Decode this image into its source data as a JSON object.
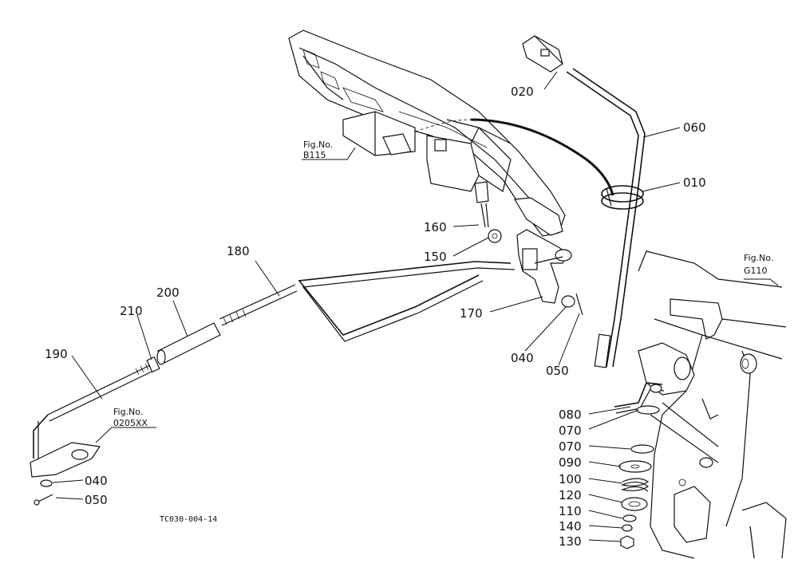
{
  "diagram": {
    "drawing_number": "TC030-004-14",
    "figure_refs": [
      {
        "id": "b115",
        "caption": "Fig.No.",
        "number": "B115"
      },
      {
        "id": "g110",
        "caption": "Fig.No.",
        "number": "G110"
      },
      {
        "id": "0205xx",
        "caption": "Fig.No.",
        "number": "0205XX"
      }
    ],
    "parts": [
      {
        "id": "p020",
        "label": "020"
      },
      {
        "id": "p060",
        "label": "060"
      },
      {
        "id": "p010",
        "label": "010"
      },
      {
        "id": "p160",
        "label": "160"
      },
      {
        "id": "p150",
        "label": "150"
      },
      {
        "id": "p180",
        "label": "180"
      },
      {
        "id": "p200",
        "label": "200"
      },
      {
        "id": "p210",
        "label": "210"
      },
      {
        "id": "p170",
        "label": "170"
      },
      {
        "id": "p040a",
        "label": "040"
      },
      {
        "id": "p050a",
        "label": "050"
      },
      {
        "id": "p190",
        "label": "190"
      },
      {
        "id": "p080",
        "label": "080"
      },
      {
        "id": "p070a",
        "label": "070"
      },
      {
        "id": "p070b",
        "label": "070"
      },
      {
        "id": "p090",
        "label": "090"
      },
      {
        "id": "p100",
        "label": "100"
      },
      {
        "id": "p120",
        "label": "120"
      },
      {
        "id": "p110",
        "label": "110"
      },
      {
        "id": "p140",
        "label": "140"
      },
      {
        "id": "p130",
        "label": "130"
      },
      {
        "id": "p040b",
        "label": "040"
      },
      {
        "id": "p050b",
        "label": "050"
      }
    ]
  }
}
